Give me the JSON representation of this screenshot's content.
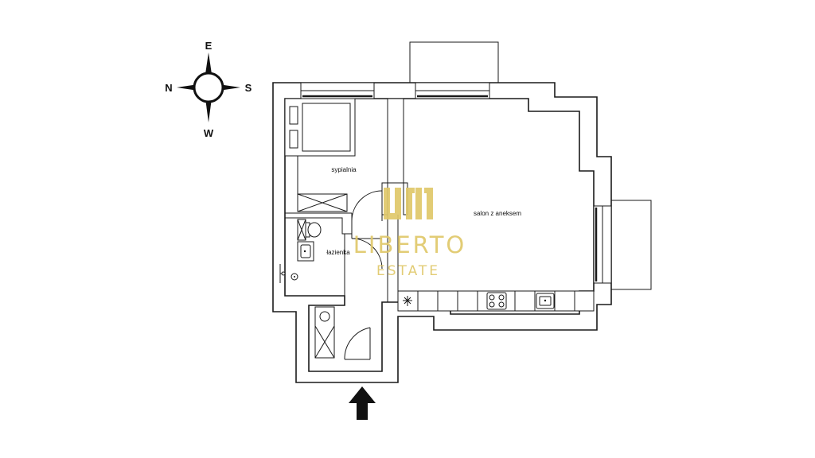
{
  "compass": {
    "north": "N",
    "south": "S",
    "east": "E",
    "west": "W"
  },
  "rooms": {
    "bedroom": "sypialnia",
    "bathroom": "łazienka",
    "living": "salon z aneksem"
  },
  "logo": {
    "word": "LIBERTO",
    "sub": "ESTATE",
    "color": "#e0c86a"
  },
  "icons": {
    "compass": "compass-rose-icon",
    "entrance": "entrance-arrow-icon"
  }
}
